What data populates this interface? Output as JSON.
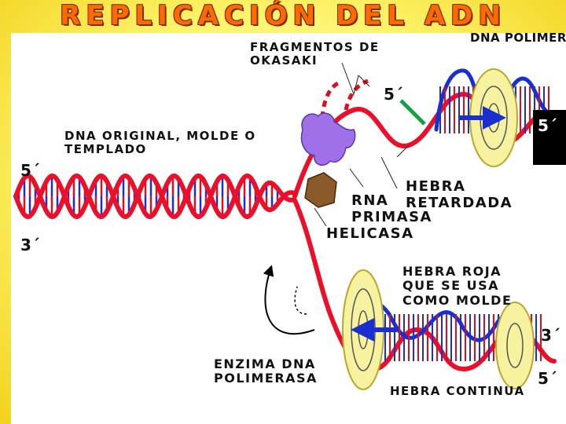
{
  "title": "REPLICACIÓN DEL ADN",
  "labels": {
    "okazaki": "FRAGMENTOS DE OKASAKI",
    "dna_polymerase_top": "DNA POLIMER",
    "original_dna": "DNA ORIGINAL, MOLDE O TEMPLADO",
    "lagging_strand": "HEBRA RETARDADA",
    "rna_primase": "RNA PRIMASA",
    "helicase": "HELICASA",
    "red_template": "HEBRA ROJA QUE SE USA COMO MOLDE",
    "dna_polymerase_bottom": "ENZIMA DNA POLIMERASA",
    "leading_strand": "HEBRA CONTINUA"
  },
  "primes": {
    "left_top": "5´",
    "left_bottom": "3´",
    "top_center": "5´",
    "top_right": "5´",
    "right_middle": "3´",
    "right_bottom": "5´"
  },
  "colors": {
    "title": "#ff6a00",
    "red_strand": "#e8102a",
    "blue_strand": "#1a2fd0",
    "primer_green": "#17a046",
    "helicase_purple": "#a070e8",
    "primase_brown": "#8a5a2a",
    "polymerase_ring": "#f7f2a0"
  },
  "icons": [
    "clamp-ring-icon",
    "arrow-icon",
    "helicase-icon",
    "primase-icon"
  ]
}
